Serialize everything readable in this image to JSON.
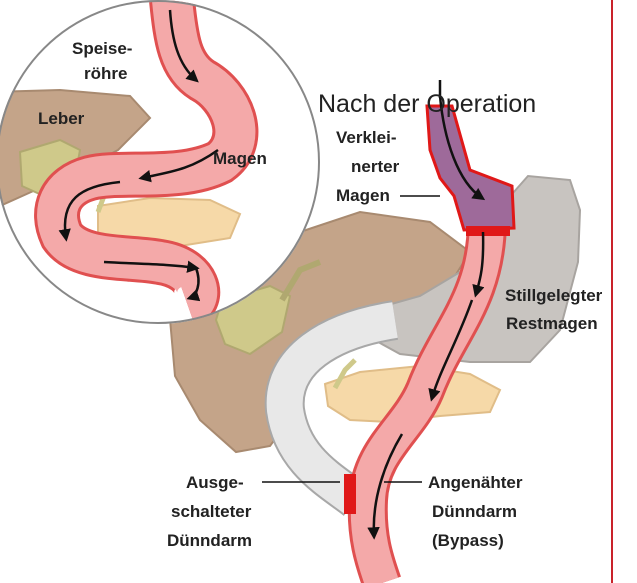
{
  "title": "Nach der Operation",
  "labels": {
    "speiseroehre": [
      "Speise-",
      "röhre"
    ],
    "leber": [
      "Leber"
    ],
    "magen": [
      "Magen"
    ],
    "verkleinerter_magen": [
      "Verklei-",
      "nerter",
      "Magen"
    ],
    "stillgelegter_restmagen": [
      "Stillgelegter",
      "Restmagen"
    ],
    "ausgeschalteter_duenndarm": [
      "Ausge-",
      "schalteter",
      "Dünndarm"
    ],
    "angenaehter_duenndarm": [
      "Angenähter",
      "Dünndarm",
      "(Bypass)"
    ]
  },
  "colors": {
    "liver": "#c4a489",
    "liver_stroke": "#a88a70",
    "gallbladder": "#cfc98a",
    "pancreas": "#f6d9a8",
    "stomach_pink": "#f4a9a9",
    "stomach_stroke": "#e05050",
    "small_pouch": "#9e6a9a",
    "remnant_stomach": "#c8c4c0",
    "excluded_bowel": "#e8e8e8",
    "suture_red": "#e01818",
    "divider_line": "#c9222a",
    "text": "#222222"
  }
}
